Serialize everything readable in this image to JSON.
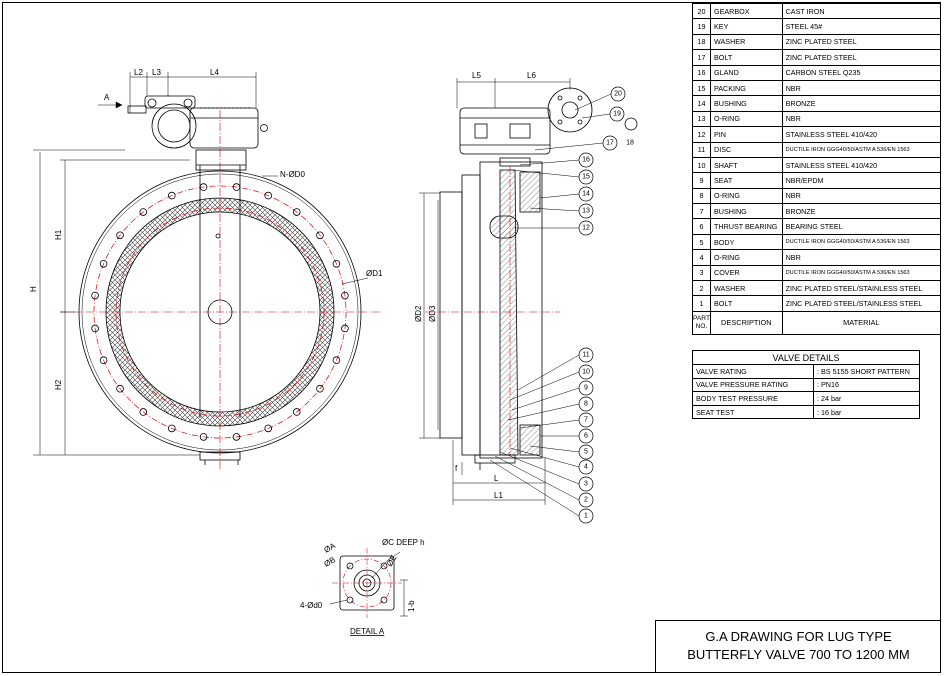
{
  "parts_table": {
    "rows": [
      {
        "no": "20",
        "desc": "GEARBOX",
        "mat": "CAST IRON"
      },
      {
        "no": "19",
        "desc": "KEY",
        "mat": "STEEL 45#"
      },
      {
        "no": "18",
        "desc": "WASHER",
        "mat": "ZINC PLATED STEEL"
      },
      {
        "no": "17",
        "desc": "BOLT",
        "mat": "ZINC PLATED STEEL"
      },
      {
        "no": "16",
        "desc": "GLAND",
        "mat": "CARBON STEEL Q235"
      },
      {
        "no": "15",
        "desc": "PACKING",
        "mat": "NBR"
      },
      {
        "no": "14",
        "desc": "BUSHING",
        "mat": "BRONZE"
      },
      {
        "no": "13",
        "desc": "O-RING",
        "mat": "NBR"
      },
      {
        "no": "12",
        "desc": "PIN",
        "mat": "STAINLESS STEEL 410/420"
      },
      {
        "no": "11",
        "desc": "DISC",
        "mat": "DUCTILE IRON GGG40/50/ASTM A 536/EN 1563"
      },
      {
        "no": "10",
        "desc": "SHAFT",
        "mat": "STAINLESS STEEL 410/420"
      },
      {
        "no": "9",
        "desc": "SEAT",
        "mat": "NBR/EPDM"
      },
      {
        "no": "8",
        "desc": "O-RING",
        "mat": "NBR"
      },
      {
        "no": "7",
        "desc": "BUSHING",
        "mat": "BRONZE"
      },
      {
        "no": "6",
        "desc": "THRUST BEARING",
        "mat": "BEARING STEEL"
      },
      {
        "no": "5",
        "desc": "BODY",
        "mat": "DUCTILE IRON GGG40/50/ASTM A 536/EN 1563"
      },
      {
        "no": "4",
        "desc": "O-RING",
        "mat": "NBR"
      },
      {
        "no": "3",
        "desc": "COVER",
        "mat": "DUCTILE IRON GGG40/50/ASTM A 536/EN 1563"
      },
      {
        "no": "2",
        "desc": "WASHER",
        "mat": "ZINC PLATED STEEL/STAINLESS STEEL"
      },
      {
        "no": "1",
        "desc": "BOLT",
        "mat": "ZINC PLATED STEEL/STAINLESS STEEL"
      }
    ],
    "header": {
      "part_no": "PART NO.",
      "description": "DESCRIPTION",
      "material": "MATERIAL"
    }
  },
  "valve_details": {
    "title": "VALVE DETAILS",
    "rows": [
      {
        "key": "VALVE RATING",
        "value": ": BS 5155 SHORT PATTERN"
      },
      {
        "key": "VALVE PRESSURE RATING",
        "value": ": PN16"
      },
      {
        "key": "BODY TEST PRESSURE",
        "value": ": 24 bar"
      },
      {
        "key": "SEAT TEST",
        "value": ": 16 bar"
      }
    ]
  },
  "title_block": {
    "line1": "G.A DRAWING FOR LUG TYPE",
    "line2": "BUTTERFLY VALVE 700 TO 1200 MM"
  },
  "front_view": {
    "dims": {
      "l2": "L2",
      "l3": "L3",
      "l4": "L4",
      "a": "A",
      "h": "H",
      "h1": "H1",
      "h2": "H2",
      "nd0": "N-ØD0",
      "d1": "ØD1"
    }
  },
  "side_view": {
    "dims": {
      "l5": "L5",
      "l6": "L6",
      "d2": "ØD2",
      "d3": "ØD3",
      "l": "L",
      "l1": "L1",
      "f": "f"
    },
    "balloons": [
      "20",
      "19",
      "17",
      "18",
      "16",
      "15",
      "14",
      "13",
      "12",
      "11",
      "10",
      "9",
      "8",
      "7",
      "6",
      "5",
      "4",
      "3",
      "2",
      "1"
    ]
  },
  "detail_a": {
    "title": "DETAIL A",
    "labels": {
      "a": "ØA",
      "b": "ØB",
      "c": "ØC DEEP h",
      "e": "ØE",
      "d0": "4-Ød0",
      "b_dim": "1-b"
    }
  }
}
